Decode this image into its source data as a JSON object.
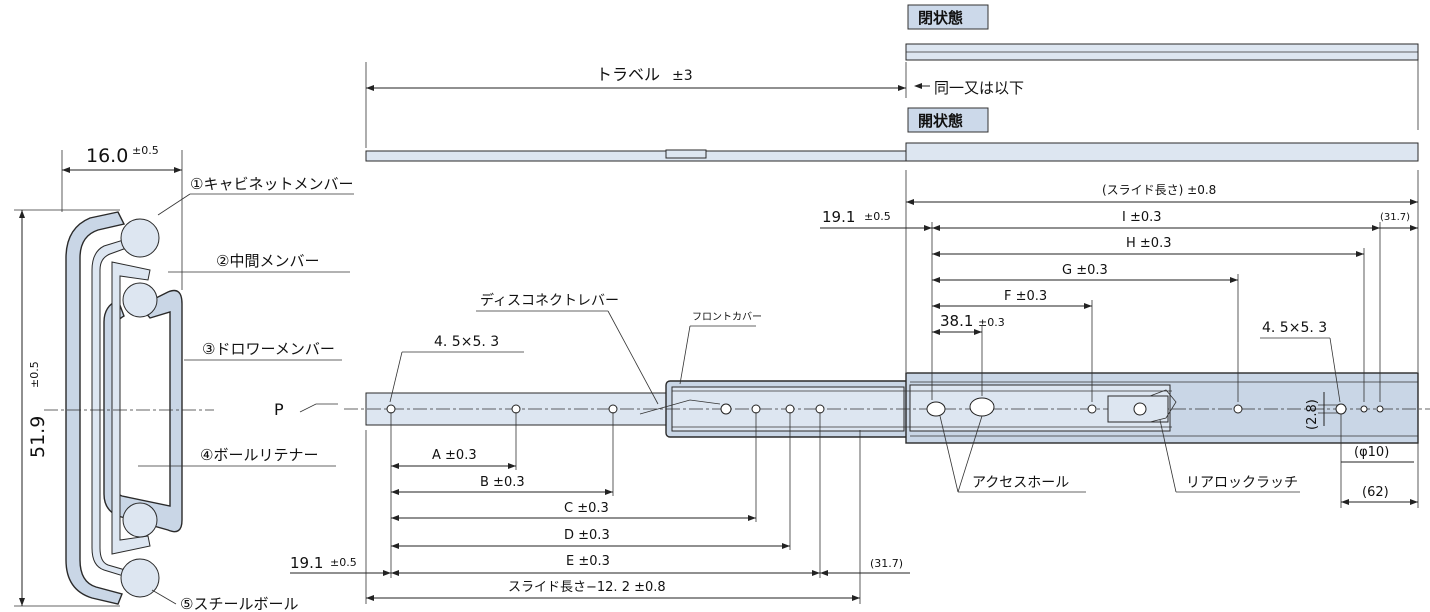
{
  "states": {
    "closed": "閉状態",
    "open": "開状態"
  },
  "notes": {
    "same_or_less": "同一又は以下",
    "p_label": "P"
  },
  "travel": {
    "label": "トラベル",
    "tol": "±3"
  },
  "section": {
    "width": "16.0",
    "width_tol": "±0.5",
    "height": "51.9",
    "height_tol": "±0.5",
    "parts": [
      {
        "label": "①キャビネットメンバー"
      },
      {
        "label": "②中間メンバー"
      },
      {
        "label": "③ドロワーメンバー"
      },
      {
        "label": "④ボールリテナー"
      },
      {
        "label": "⑤スチールボール"
      }
    ]
  },
  "callouts": {
    "disconnect_lever": "ディスコネクトレバー",
    "front_cover": "フロントカバー",
    "access_hole": "アクセスホール",
    "rear_lock_latch": "リアロックラッチ",
    "slot_left": "4. 5×5. 3",
    "slot_right": "4. 5×5. 3"
  },
  "dims_left": {
    "a": "A ±0.3",
    "b": "B ±0.3",
    "c": "C ±0.3",
    "d": "D ±0.3",
    "e": "E ±0.3",
    "offset": "19.1",
    "offset_tol": "±0.5",
    "rear": "(31.7)",
    "length": "スライド長さ−12. 2 ±0.8"
  },
  "dims_right": {
    "slide_length": "(スライド長さ) ±0.8",
    "offset": "19.1",
    "offset_tol": "±0.5",
    "i": "I ±0.3",
    "rear": "(31.7)",
    "h": "H ±0.3",
    "g": "G ±0.3",
    "f": "F ±0.3",
    "first": "38.1",
    "first_tol": "±0.3",
    "height": "(2.8)",
    "dia": "(φ10)",
    "dist": "(62)"
  }
}
